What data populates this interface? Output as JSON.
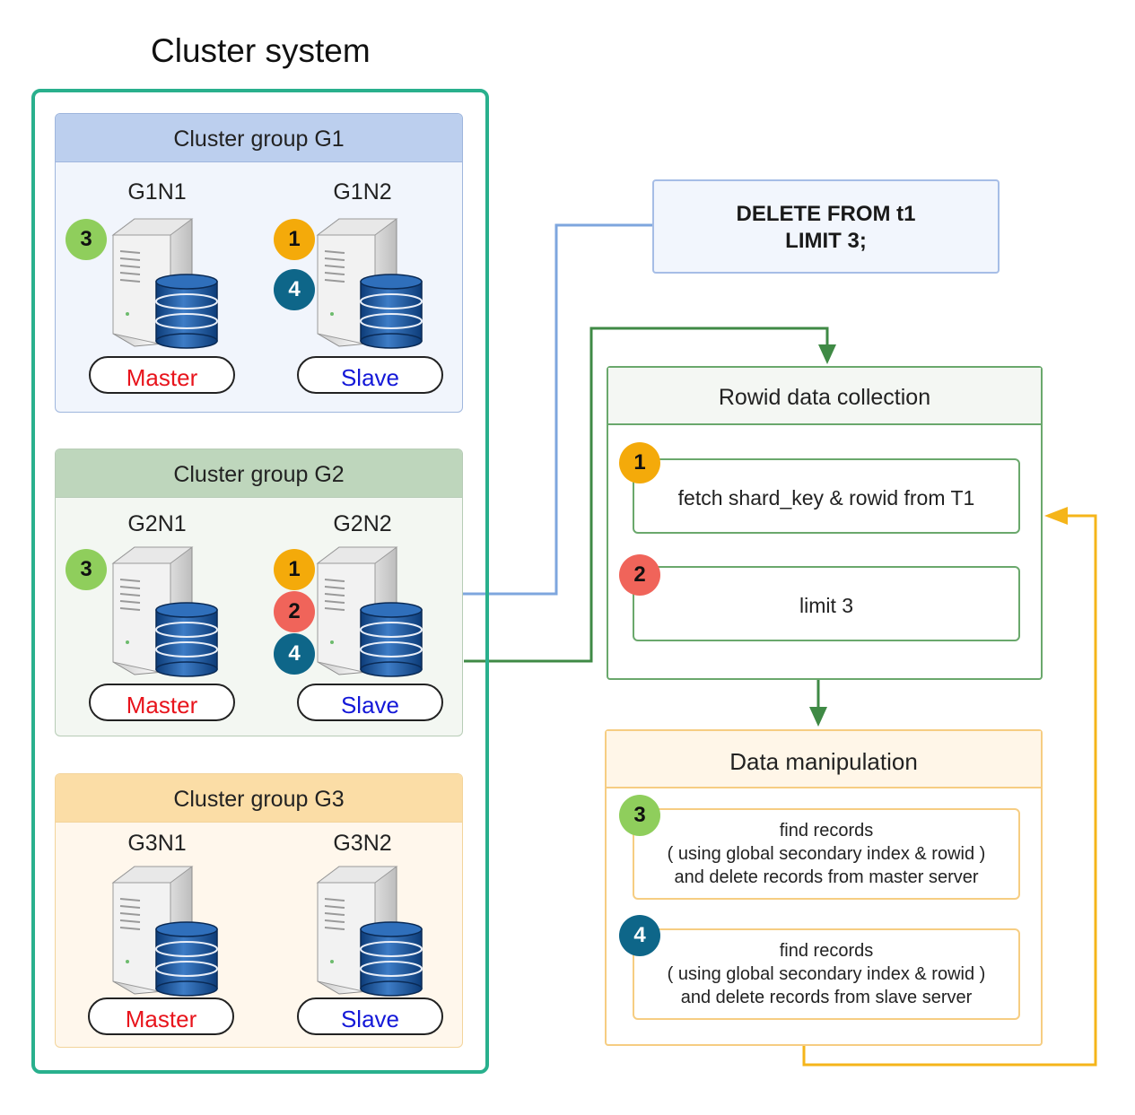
{
  "title": "Cluster system",
  "groups": [
    {
      "name": "Cluster group G1",
      "nodes": [
        "G1N1",
        "G1N2"
      ],
      "roles": [
        "Master",
        "Slave"
      ]
    },
    {
      "name": "Cluster group G2",
      "nodes": [
        "G2N1",
        "G2N2"
      ],
      "roles": [
        "Master",
        "Slave"
      ]
    },
    {
      "name": "Cluster group G3",
      "nodes": [
        "G3N1",
        "G3N2"
      ],
      "roles": [
        "Master",
        "Slave"
      ]
    }
  ],
  "badges": {
    "one": "1",
    "two": "2",
    "three": "3",
    "four": "4"
  },
  "query": {
    "line1": "DELETE FROM t1",
    "line2": "LIMIT 3;"
  },
  "rowid": {
    "title": "Rowid data collection",
    "steps": [
      "fetch shard_key & rowid from T1",
      "limit 3"
    ]
  },
  "manipulation": {
    "title": "Data manipulation",
    "steps": [
      [
        "find records",
        "( using global secondary index & rowid )",
        "and delete records from master server"
      ],
      [
        "find records",
        "( using global secondary index & rowid )",
        "and delete records from slave server"
      ]
    ]
  },
  "colors": {
    "cluster_border": "#29b08d",
    "query_arrow": "#7ea6de",
    "green_arrow": "#3f8a45",
    "yellow_arrow": "#f5b51a",
    "master_text": "#e8141c",
    "slave_text": "#1418d8"
  }
}
